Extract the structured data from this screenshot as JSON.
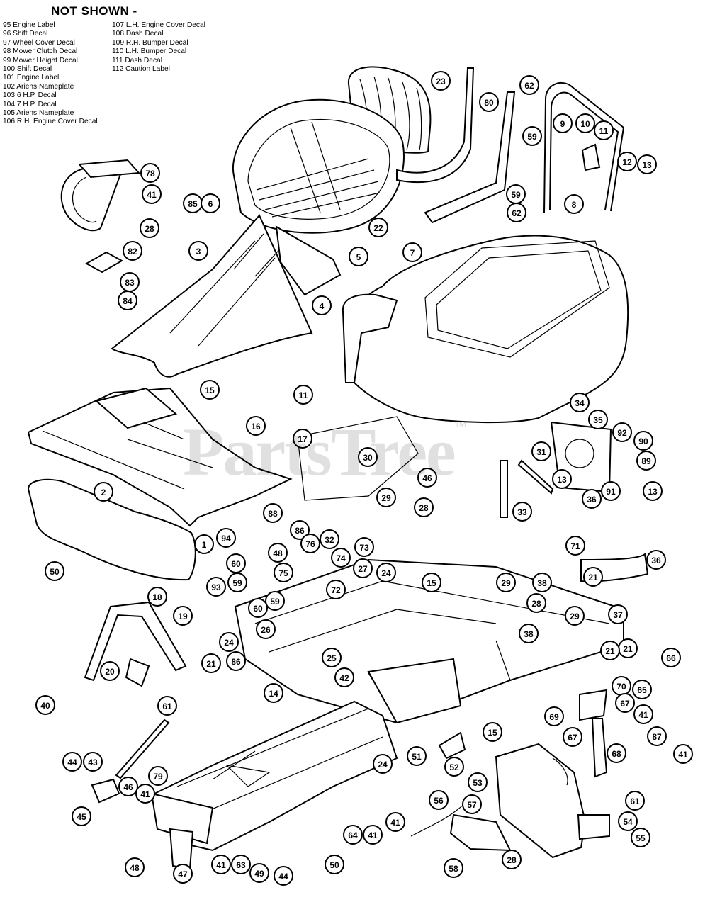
{
  "header": {
    "title": "NOT SHOWN -"
  },
  "not_shown": {
    "col1": [
      "95 Engine Label",
      "96 Shift Decal",
      "97 Wheel Cover Decal",
      "98 Mower Clutch Decal",
      "99 Mower Height Decal",
      "100 Shift Decal",
      "101 Engine Label",
      "102 Ariens Nameplate",
      "103 6 H.P. Decal",
      "104 7 H.P. Decal",
      "105 Ariens Nameplate",
      "106 R.H. Engine Cover Decal"
    ],
    "col2": [
      "107 L.H. Engine Cover Decal",
      "108 Dash Decal",
      "109 R.H. Bumper Decal",
      "110 L.H. Bumper Decal",
      "111 Dash Decal",
      "112 Caution Label"
    ]
  },
  "watermark": {
    "text": "PartsTree",
    "mark": "TM"
  },
  "callouts": [
    "23",
    "80",
    "62",
    "59",
    "9",
    "10",
    "11",
    "12",
    "13",
    "8",
    "59",
    "62",
    "78",
    "41",
    "28",
    "82",
    "83",
    "84",
    "85",
    "6",
    "3",
    "22",
    "5",
    "4",
    "7",
    "15",
    "11",
    "34",
    "35",
    "92",
    "90",
    "89",
    "16",
    "17",
    "30",
    "46",
    "31",
    "13",
    "29",
    "28",
    "33",
    "36",
    "91",
    "13",
    "2",
    "1",
    "50",
    "88",
    "94",
    "86",
    "76",
    "32",
    "73",
    "48",
    "74",
    "60",
    "75",
    "59",
    "93",
    "27",
    "24",
    "15",
    "72",
    "29",
    "38",
    "21",
    "71",
    "36",
    "60",
    "59",
    "28",
    "29",
    "26",
    "37",
    "38",
    "18",
    "19",
    "24",
    "25",
    "86",
    "21",
    "20",
    "21",
    "40",
    "42",
    "14",
    "66",
    "70",
    "65",
    "67",
    "69",
    "41",
    "87",
    "41",
    "15",
    "67",
    "21",
    "61",
    "51",
    "52",
    "68",
    "44",
    "43",
    "79",
    "24",
    "53",
    "46",
    "41",
    "45",
    "61",
    "56",
    "57",
    "64",
    "41",
    "41",
    "54",
    "55",
    "48",
    "41",
    "63",
    "49",
    "44",
    "50",
    "47",
    "58",
    "28"
  ]
}
